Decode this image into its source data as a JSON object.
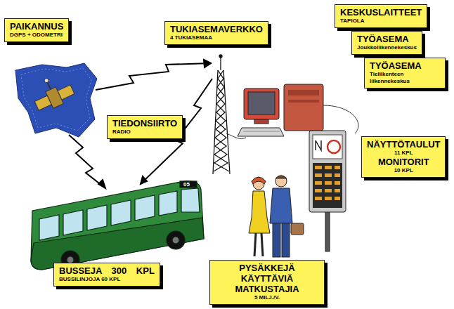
{
  "diagram": {
    "nodes": [
      {
        "text": [
          "PAIKANNUS",
          "DGPS + ODOMETRI"
        ]
      },
      {
        "text": [
          "TUKIASEMAVERKKO",
          "4 TUKIASEMAA"
        ]
      },
      {
        "text": [
          "KESKUSLAITTEET",
          "TAPIOLA"
        ]
      },
      {
        "text": [
          "TYÖASEMA",
          "Joukkoliikennekeskus"
        ]
      },
      {
        "text": [
          "TYÖASEMA",
          "Tieliikenteen liikennekeskus"
        ]
      },
      {
        "text": [
          "TIEDONSIIRTO",
          "RADIO"
        ]
      },
      {
        "text": [
          "NÄYTTÖTAULUT",
          "11 KPL",
          "MONITORIT",
          "10 KPL"
        ]
      },
      {
        "text": [
          "BUSSEJA 300 KPL",
          "BUSSILINJOJA 60 KPL"
        ]
      },
      {
        "text": [
          "PYSÄKKEJÄ KÄYTTÄVIÄ MATKUSTAJIA",
          "5 MILJ./V."
        ]
      }
    ],
    "labels": [
      "05"
    ]
  }
}
